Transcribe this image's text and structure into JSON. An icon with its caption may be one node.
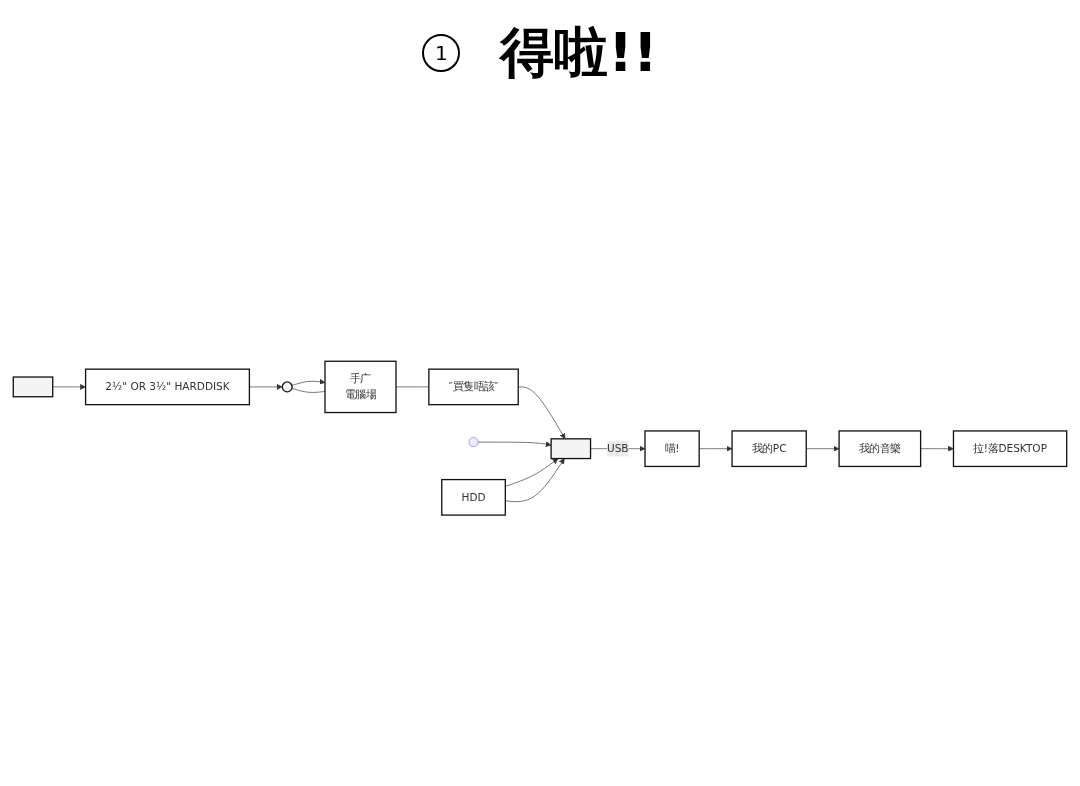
{
  "diagram": {
    "nodes": [
      {
        "text": [],
        "shape": "picture"
      },
      {
        "text": [
          "2½\" OR 3½\" HARDDISK"
        ]
      },
      {
        "text": [],
        "shape": "person"
      },
      {
        "text": [
          "手广",
          "電腦場"
        ]
      },
      {
        "text": [
          "″買隻唔該″"
        ]
      },
      {
        "text": [
          "HDD"
        ]
      },
      {
        "text": [],
        "shape": "picture"
      },
      {
        "text": [
          "喵!"
        ]
      },
      {
        "text": [
          "我的PC"
        ]
      },
      {
        "text": [
          "我的音樂"
        ]
      },
      {
        "text": [
          "拉!落DESKTOP"
        ]
      }
    ],
    "edges": [
      {
        "from": 0,
        "to": 1,
        "arrow": "to"
      },
      {
        "from": 1,
        "to": 2,
        "arrow": "to"
      },
      {
        "from": 2,
        "to": 3,
        "arrow": "to"
      },
      {
        "from": 2,
        "to": 3,
        "arrow": "none"
      },
      {
        "from": 3,
        "to": 4,
        "arrow": "none"
      },
      {
        "from": 4,
        "to": 6,
        "arrow": "to"
      },
      {
        "from": null,
        "to": 6,
        "arrow": "to"
      },
      {
        "from": 5,
        "to": 6,
        "arrow": "to"
      },
      {
        "from": 5,
        "to": 6,
        "arrow": "to"
      },
      {
        "from": 6,
        "to": 7,
        "arrow": "to",
        "label": "USB"
      },
      {
        "from": 7,
        "to": 8,
        "arrow": "to"
      },
      {
        "from": 8,
        "to": 9,
        "arrow": "to"
      },
      {
        "from": 9,
        "to": 10,
        "arrow": "to"
      }
    ],
    "labels": [
      "1",
      "得啦!!"
    ]
  }
}
